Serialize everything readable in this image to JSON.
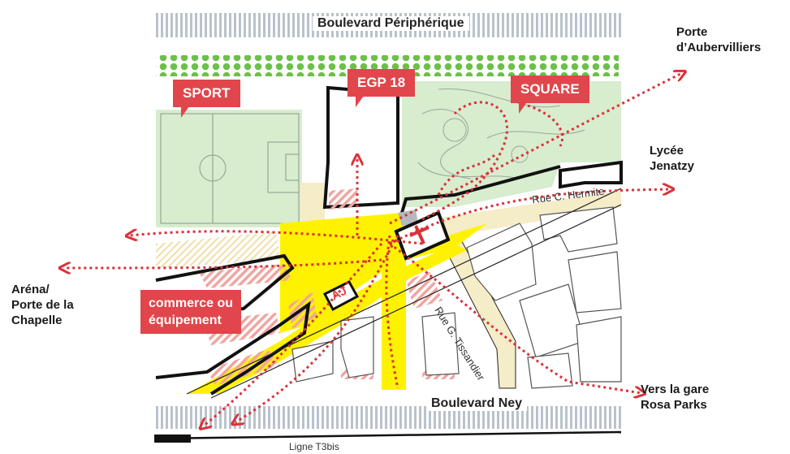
{
  "roads": {
    "top": "Boulevard Périphérique",
    "bottom": "Boulevard Ney",
    "rue_hermite": "Rue C. Hermite",
    "rue_tissandier": "Rue G. Tissandier",
    "tram": "Ligne T3bis"
  },
  "tags": {
    "sport": "SPORT",
    "egp": "EGP 18",
    "square": "SQUARE",
    "commerce_line1": "commerce ou",
    "commerce_line2": "équipement"
  },
  "destinations": {
    "aubervilliers_line1": "Porte",
    "aubervilliers_line2": "d’Aubervilliers",
    "lycee_line1": "Lycée",
    "lycee_line2": "Jenatzy",
    "arena_line1": "Aréna/",
    "arena_line2": "Porte de la",
    "arena_line3": "Chapelle",
    "gare_line1": "Vers la gare",
    "gare_line2": "Rosa Parks"
  },
  "markers": {
    "aj": "AJ"
  },
  "colors": {
    "accent_red": "#e0464b",
    "path_red": "#d9323a",
    "plaza_yellow": "#fff200",
    "green_area": "#d8ecce",
    "tree_green": "#6cc04a",
    "road_beige": "#f5ecc8",
    "hatch_pink": "#f2a4a0"
  },
  "icons": {
    "church": "cross-icon"
  }
}
